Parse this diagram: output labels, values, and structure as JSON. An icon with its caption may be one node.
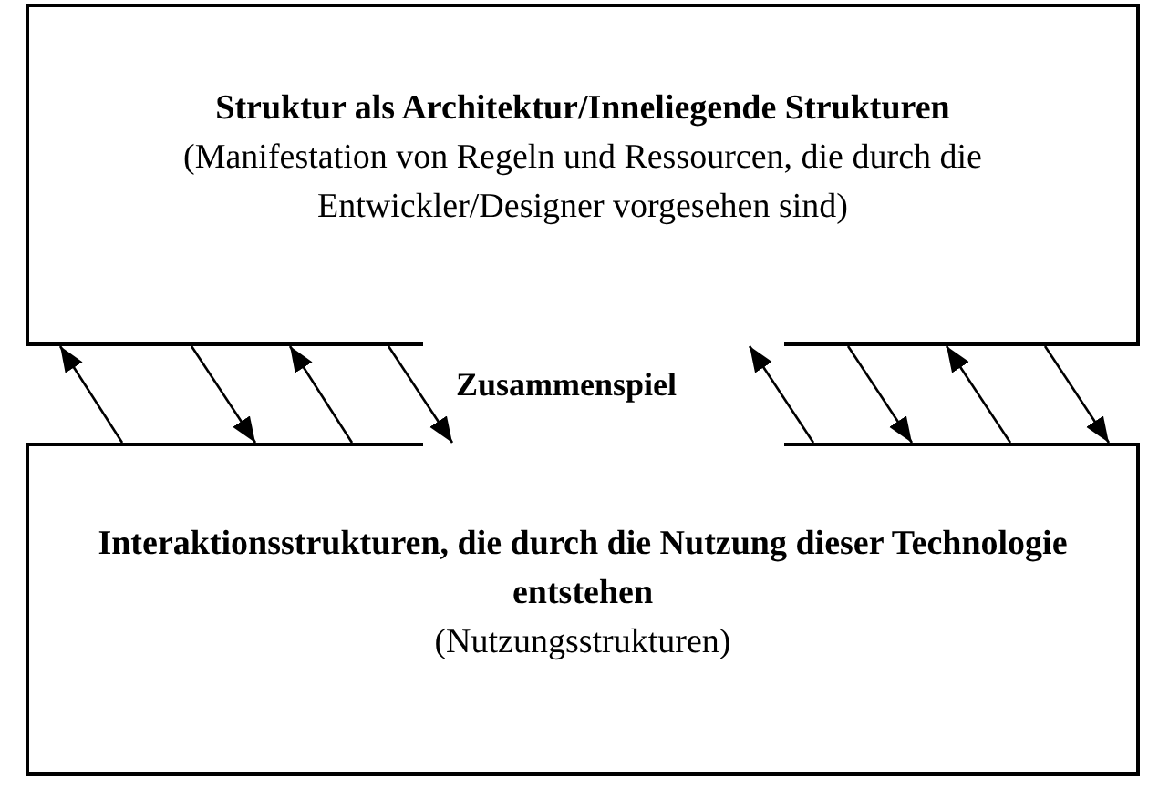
{
  "diagram": {
    "nodes": [
      {
        "text": [
          "Struktur als Architektur/Inneliegende Strukturen",
          "(Manifestation von Regeln und Ressourcen, die durch die Entwickler/Designer vorgesehen sind)"
        ]
      },
      {
        "text": [
          "Interaktionsstrukturen, die durch die Nutzung dieser Technologie entstehen",
          "(Nutzungsstrukturen)"
        ]
      }
    ],
    "edges": [
      {
        "from": 1,
        "to": 0,
        "arrow": "to"
      },
      {
        "from": 0,
        "to": 1,
        "arrow": "to"
      },
      {
        "from": 1,
        "to": 0,
        "arrow": "to"
      },
      {
        "from": 0,
        "to": 1,
        "arrow": "to"
      },
      {
        "from": 1,
        "to": 0,
        "arrow": "to"
      },
      {
        "from": 0,
        "to": 1,
        "arrow": "to"
      },
      {
        "from": 1,
        "to": 0,
        "arrow": "to"
      },
      {
        "from": 0,
        "to": 1,
        "arrow": "to"
      }
    ],
    "labels": [
      "Zusammenspiel"
    ]
  }
}
